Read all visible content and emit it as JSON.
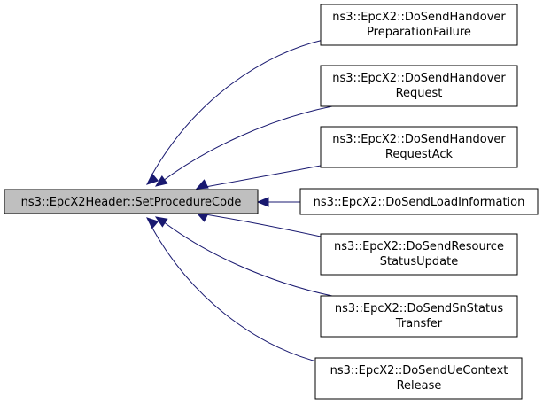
{
  "root": {
    "label": "ns3::EpcX2Header::SetProcedureCode"
  },
  "callers": [
    {
      "lines": [
        "ns3::EpcX2::DoSendHandover",
        "PreparationFailure"
      ]
    },
    {
      "lines": [
        "ns3::EpcX2::DoSendHandover",
        "Request"
      ]
    },
    {
      "lines": [
        "ns3::EpcX2::DoSendHandover",
        "RequestAck"
      ]
    },
    {
      "lines": [
        "ns3::EpcX2::DoSendLoadInformation"
      ]
    },
    {
      "lines": [
        "ns3::EpcX2::DoSendResource",
        "StatusUpdate"
      ]
    },
    {
      "lines": [
        "ns3::EpcX2::DoSendSnStatus",
        "Transfer"
      ]
    },
    {
      "lines": [
        "ns3::EpcX2::DoSendUeContext",
        "Release"
      ]
    }
  ],
  "colors": {
    "edge": "#191970",
    "root_fill": "#bfbfbf",
    "node_fill": "#ffffff",
    "border": "#000000"
  }
}
